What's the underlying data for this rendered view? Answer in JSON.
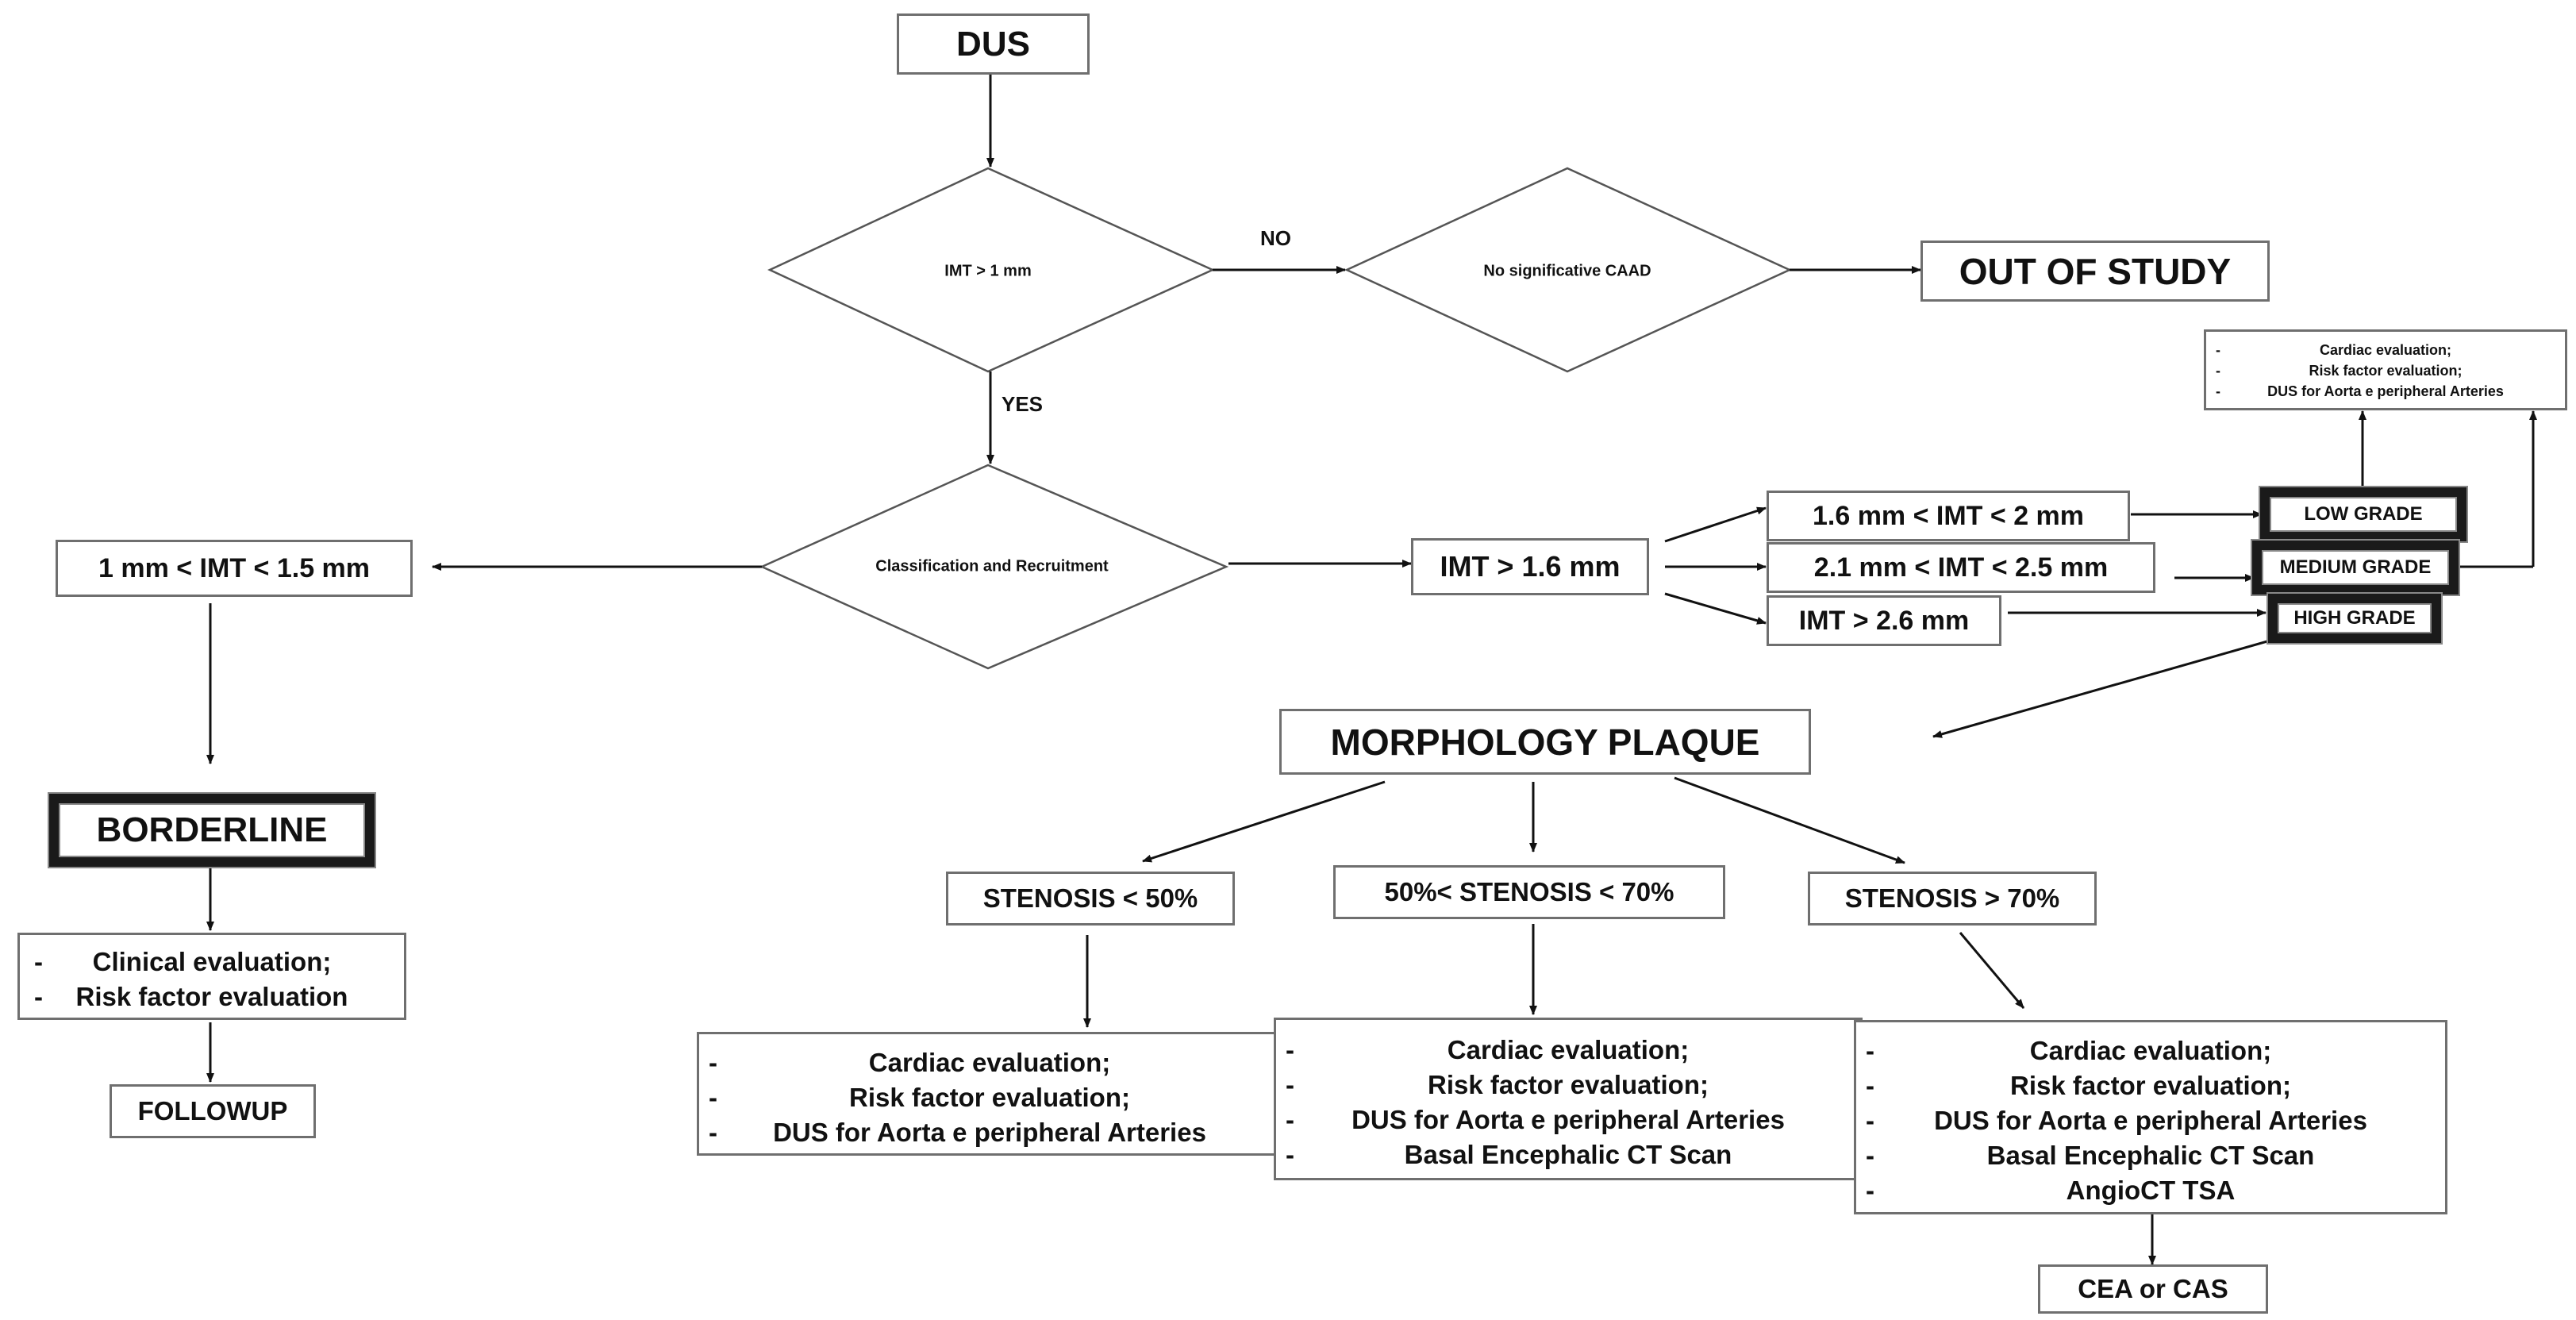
{
  "nodes": {
    "dus": "DUS",
    "imt_decision": "IMT > 1 mm",
    "no_caad": "No significative CAAD",
    "out_of_study": "OUT OF STUDY",
    "classification": "Classification and Recruitment",
    "imt_borderline_range": "1 mm < IMT < 1.5 mm",
    "borderline": "BORDERLINE",
    "followup": "FOLLOWUP",
    "imt_gt_16": "IMT > 1.6 mm",
    "imt_range_low": "1.6 mm < IMT < 2 mm",
    "imt_range_medium": "2.1 mm < IMT < 2.5 mm",
    "imt_gt_26": "IMT > 2.6 mm",
    "low_grade": "LOW GRADE",
    "medium_grade": "MEDIUM GRADE",
    "high_grade": "HIGH GRADE",
    "morphology": "MORPHOLOGY PLAQUE",
    "stenosis_lt50": "STENOSIS < 50%",
    "stenosis_50_70": "50%< STENOSIS < 70%",
    "stenosis_gt70": "STENOSIS > 70%",
    "cea_cas": "CEA or CAS"
  },
  "edge_labels": {
    "no": "NO",
    "yes": "YES"
  },
  "bullet": "-",
  "lists": {
    "grade_eval": [
      "Cardiac evaluation;",
      "Risk factor evaluation;",
      "DUS for Aorta e peripheral Arteries"
    ],
    "borderline_eval": [
      "Clinical evaluation;",
      "Risk factor evaluation"
    ],
    "lt50_eval": [
      "Cardiac evaluation;",
      "Risk factor evaluation;",
      "DUS for Aorta e peripheral Arteries"
    ],
    "mid_eval": [
      "Cardiac evaluation;",
      "Risk factor evaluation;",
      "DUS for Aorta e peripheral Arteries",
      "Basal Encephalic CT Scan"
    ],
    "gt70_eval": [
      "Cardiac evaluation;",
      "Risk factor evaluation;",
      "DUS for Aorta e peripheral Arteries",
      "Basal Encephalic CT Scan",
      "AngioCT TSA"
    ]
  }
}
